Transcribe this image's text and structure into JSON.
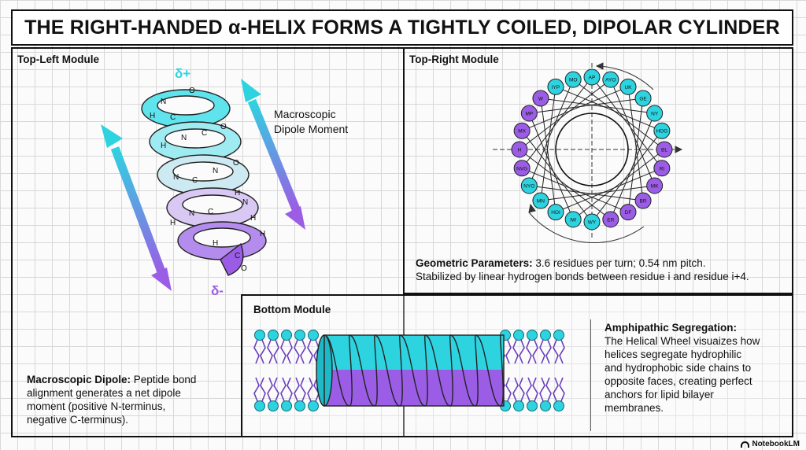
{
  "title": "THE RIGHT-HANDED α-HELIX FORMS A TIGHTLY COILED, DIPOLAR CYLINDER",
  "colors": {
    "cyan": "#2ed3e0",
    "purple": "#9b5de5",
    "grid": "#d8d8d8"
  },
  "top_left": {
    "label": "Top-Left Module",
    "delta_plus": "δ+",
    "delta_minus": "δ-",
    "dipole_label_1": "Macroscopic",
    "dipole_label_2": "Dipole Moment",
    "caption_bold": "Macroscopic Dipole:",
    "caption_line1": " Peptide bond",
    "caption_line2": "alignment generates a net dipole",
    "caption_line3": "moment (positive N-terminus,",
    "caption_line4": "negative C-terminus).",
    "atoms": {
      "n": "N",
      "c": "C",
      "h": "H",
      "o": "O"
    }
  },
  "top_right": {
    "label": "Top-Right Module",
    "wheel_residues": [
      "IYP",
      "MO",
      "AP",
      "AYO",
      "UK",
      "GE",
      "NY",
      "HOG",
      "BL",
      "RI",
      "MK",
      "BR",
      "DF",
      "ER",
      "WY",
      "IW",
      "HOI",
      "MN",
      "NYO",
      "NVG",
      "H",
      "MX",
      "MP",
      "W"
    ],
    "caption_bold": "Geometric Parameters:",
    "caption_line1": " 3.6 residues per turn; 0.54 nm pitch.",
    "caption_line2": "Stabilized by linear hydrogen bonds between residue i and residue i+4."
  },
  "bottom": {
    "label": "Bottom Module",
    "heading": "Amphipathic Segregation:",
    "line1": "The Helical Wheel visuaizes how",
    "line2": "helices segregate hydrophilic",
    "line3": "and hydrophobic side chains to",
    "line4": "opposite faces, creating perfect",
    "line5": "anchors for lipid bilayer",
    "line6": "membranes."
  },
  "watermark": "NotebookLM"
}
